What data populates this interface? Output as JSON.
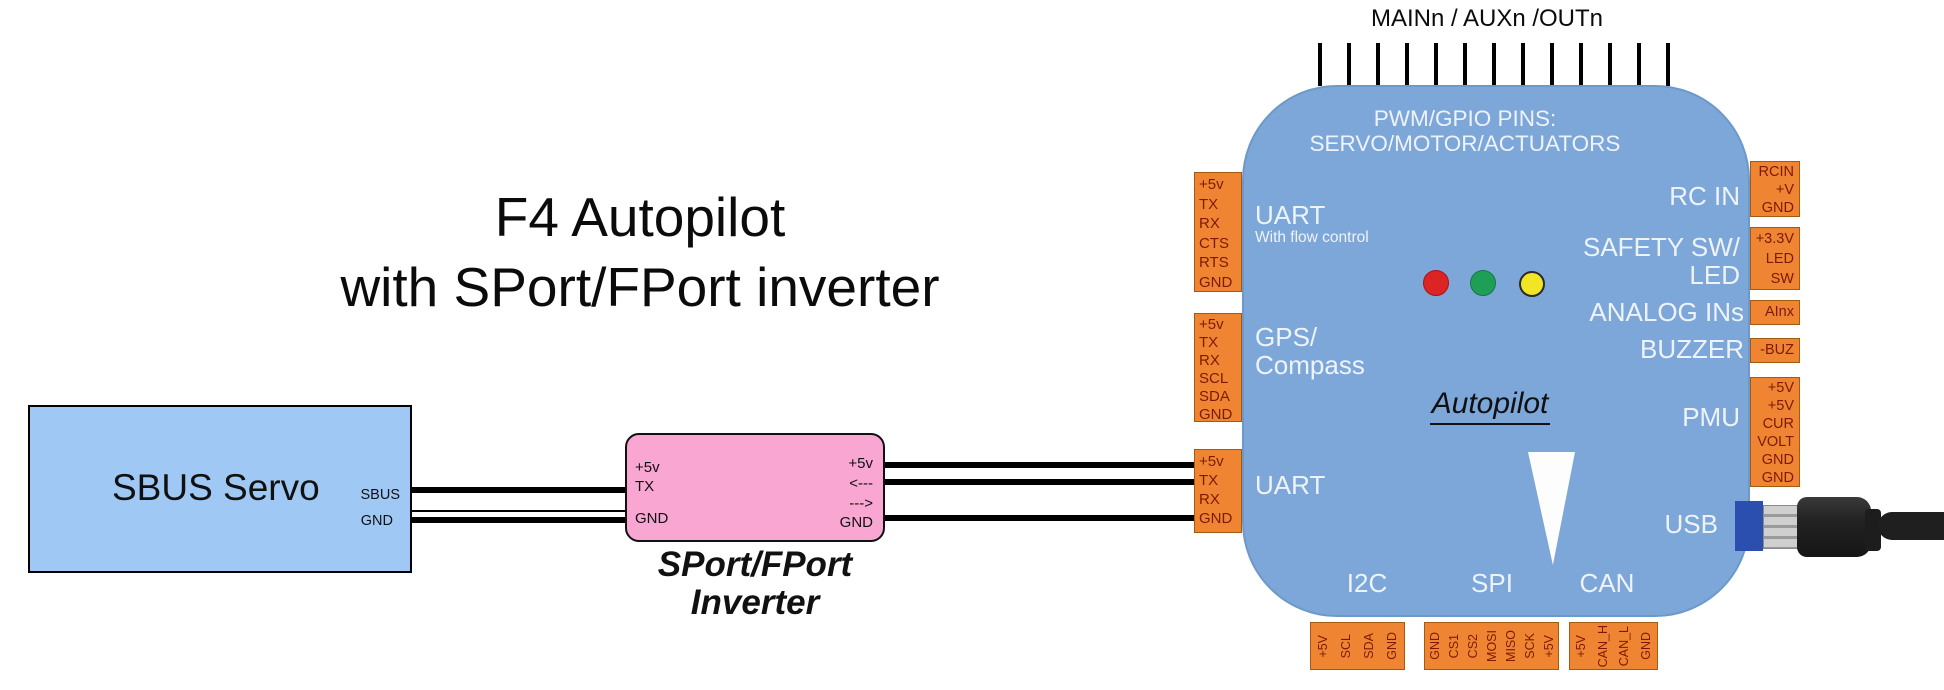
{
  "title": {
    "line1": "F4 Autopilot",
    "line2": "with SPort/FPort inverter"
  },
  "servo": {
    "name": "SBUS Servo",
    "pin_sbus": "SBUS",
    "pin_gnd": "GND"
  },
  "inverter": {
    "caption_line1": "SPort/FPort",
    "caption_line2": "Inverter",
    "pin_left_5v": "+5v",
    "pin_left_tx": "TX",
    "pin_left_gnd": "GND",
    "pin_right_5v": "+5v",
    "pin_right_in": "<---",
    "pin_right_out": "--->",
    "pin_right_gnd": "GND"
  },
  "autopilot": {
    "top_label": "MAINn / AUXn /OUTn",
    "top_pin_count": 13,
    "pwm_line1": "PWM/GPIO PINS:",
    "pwm_line2": "SERVO/MOTOR/ACTUATORS",
    "name_label": "Autopilot",
    "labels": {
      "uart1": "UART",
      "uart1_sub": "With flow control",
      "gps_line1": "GPS/",
      "gps_line2": "Compass",
      "uart2": "UART",
      "rcin": "RC IN",
      "safety_line1": "SAFETY SW/",
      "safety_line2": "LED",
      "analog": "ANALOG INs",
      "buzzer": "BUZZER",
      "pmu": "PMU",
      "usb": "USB",
      "i2c": "I2C",
      "spi": "SPI",
      "can": "CAN"
    },
    "connectors": {
      "uart_fc": [
        "+5v",
        "TX",
        "RX",
        "CTS",
        "RTS",
        "GND"
      ],
      "gps": [
        "+5v",
        "TX",
        "RX",
        "SCL",
        "SDA",
        "GND"
      ],
      "uart": [
        "+5v",
        "TX",
        "RX",
        "GND"
      ],
      "rcin": [
        "RCIN",
        "+V",
        "GND"
      ],
      "safety": [
        "+3.3V",
        "LED",
        "SW"
      ],
      "analog": [
        "AInx"
      ],
      "buzzer": [
        "-BUZ"
      ],
      "pmu": [
        "+5V",
        "+5V",
        "CUR",
        "VOLT",
        "GND",
        "GND"
      ],
      "i2c": [
        "+5V",
        "SCL",
        "SDA",
        "GND"
      ],
      "spi": [
        "GND",
        "CS1",
        "CS2",
        "MOSI",
        "MISO",
        "SCK",
        "+5V"
      ],
      "can": [
        "+5V",
        "CAN_H",
        "CAN_L",
        "GND"
      ]
    }
  },
  "colors": {
    "board": "#7da7d9",
    "servo_fill": "#9fc9f4",
    "inverter_fill": "#f9a6d3",
    "connector": "#ef8533",
    "connector_border": "#a35a11",
    "connector_text": "#7c1a04",
    "board_text": "#eef3f9",
    "led_red": "#dd2424",
    "led_green": "#1f9e58",
    "led_yellow": "#f2e526",
    "usb_blue": "#2a4fae",
    "wire": "#000000"
  }
}
